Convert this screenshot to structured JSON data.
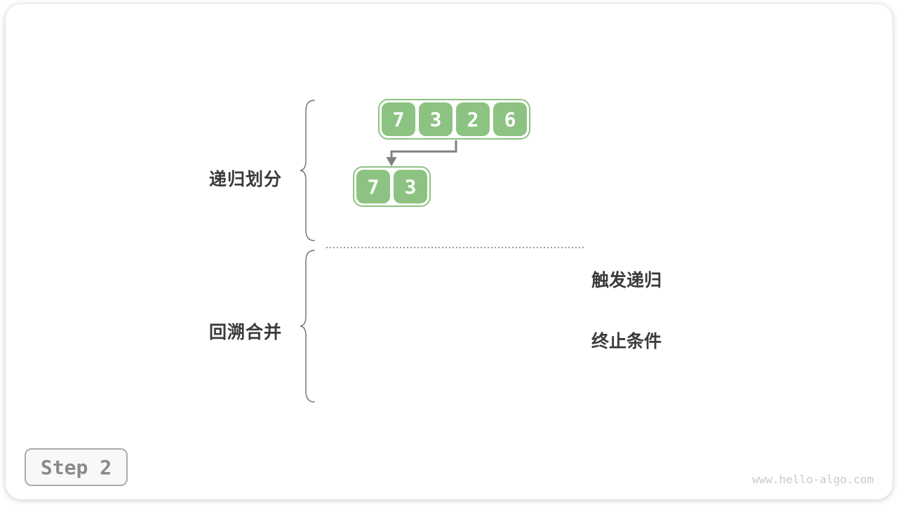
{
  "figure": {
    "step_badge": "Step 2",
    "watermark": "www.hello-algo.com",
    "phases": [
      {
        "label": "递归划分"
      },
      {
        "label": "回溯合并"
      }
    ],
    "annotation": [
      "触发递归",
      "终止条件"
    ],
    "arrays": [
      {
        "name": "level-1-array",
        "values": [
          "7",
          "3",
          "2",
          "6"
        ]
      },
      {
        "name": "level-2-array",
        "values": [
          "7",
          "3"
        ]
      }
    ],
    "colors": {
      "node_green": "#8cc382",
      "arrow_gray": "#7f7f7f",
      "label_dark": "#3a3a3a",
      "brace_gray": "#6f6f6f",
      "dotted_gray": "#9a9a9a",
      "step_text": "#8a8a8a",
      "step_border": "#ababab",
      "step_bg": "#f8f8f8",
      "watermark_gray": "#cbcbcb"
    }
  }
}
